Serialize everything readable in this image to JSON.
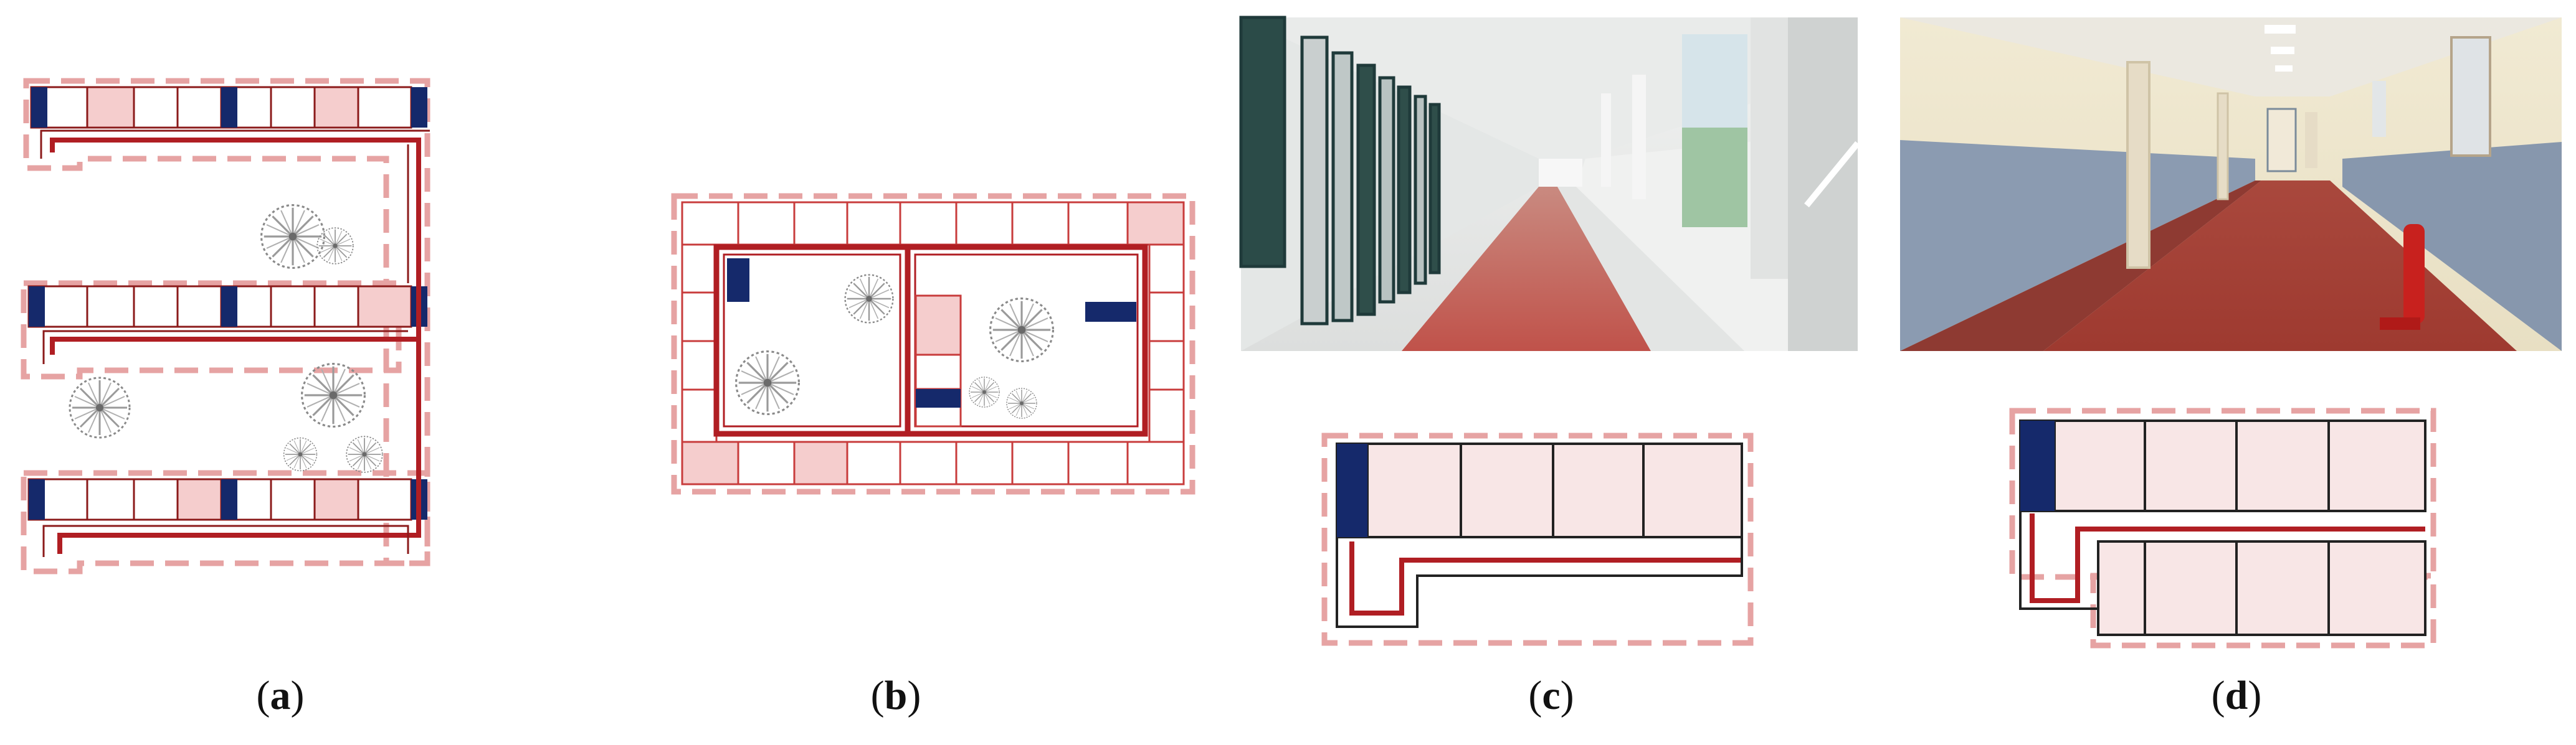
{
  "figure": {
    "panels": [
      {
        "id": "a",
        "caption": "a",
        "kind": "plan-three-wings"
      },
      {
        "id": "b",
        "caption": "b",
        "kind": "plan-double-courtyard"
      },
      {
        "id": "c",
        "caption": "c",
        "kind": "photo-open-corridor-with-plan"
      },
      {
        "id": "d",
        "caption": "d",
        "kind": "photo-enclosed-corridor-with-plan"
      }
    ],
    "colors": {
      "room_outline": "#8b1a1a",
      "room_fill": "#f8e6e6",
      "room_highlight": "#f5cdcd",
      "stair_core": "#15296b",
      "corridor_path": "#b01e23",
      "boundary_dash": "#e6a3a3",
      "tree": "#8a8a8a",
      "wall": "#e9ebee",
      "floor": "#b5544a",
      "dado": "#8b9bb1"
    },
    "icons": [
      "tree-icon",
      "stair-core-icon",
      "fire-extinguisher-icon"
    ]
  }
}
